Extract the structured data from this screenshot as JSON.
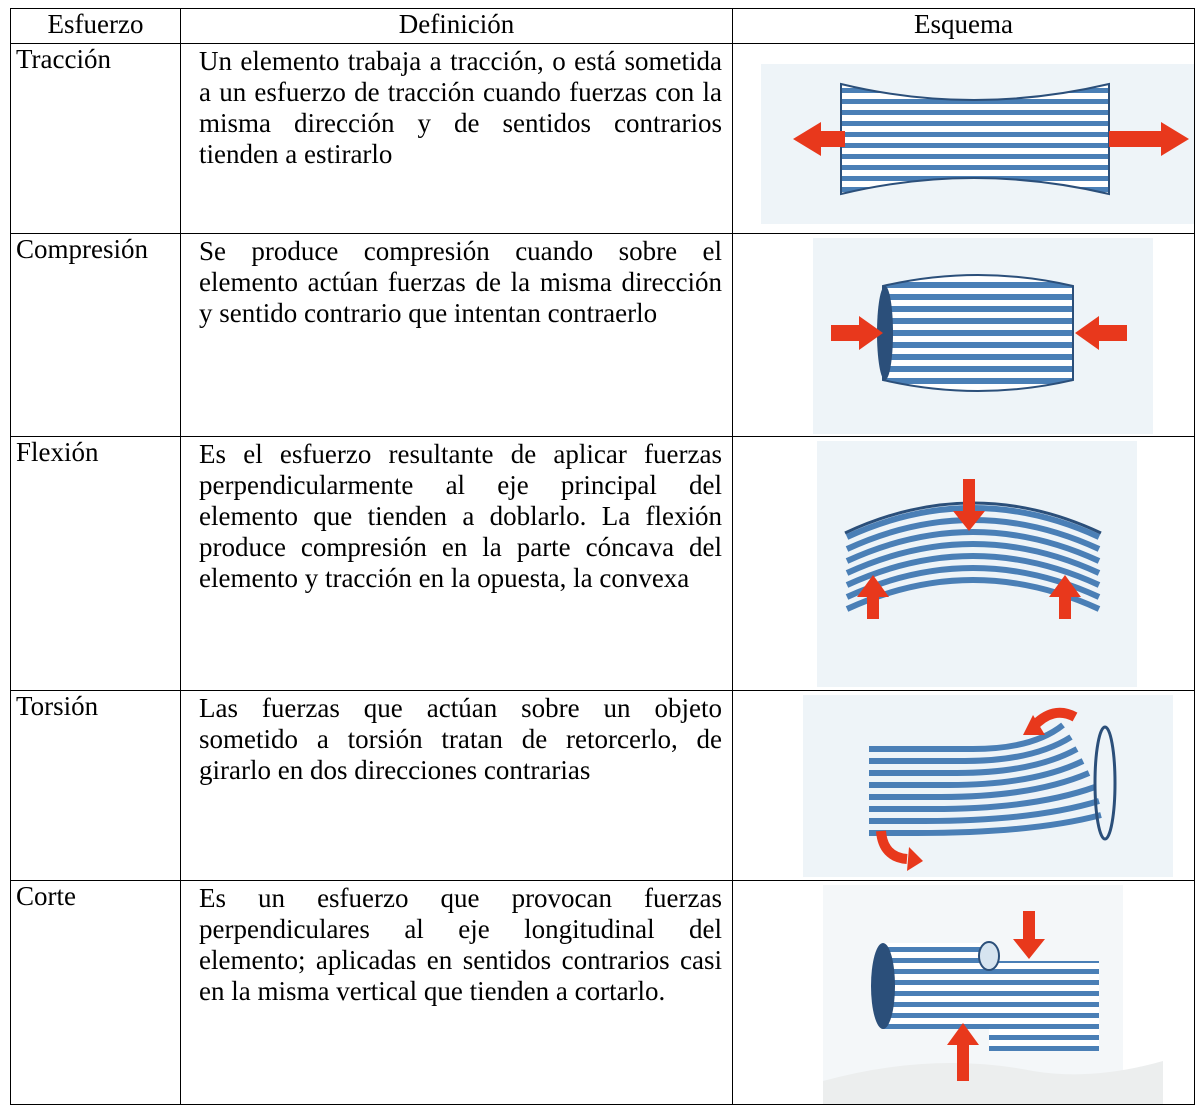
{
  "table": {
    "headers": [
      "Esfuerzo",
      "Definición",
      "Esquema"
    ],
    "rows": [
      {
        "name": "Tracción",
        "definition": "Un elemento trabaja a tracción, o está sometida a un esfuerzo de tracción cuando fuerzas con la misma dirección y de sentidos contrarios tienden a estirarlo",
        "diagram": "traction-diagram"
      },
      {
        "name": "Compresión",
        "definition": "Se produce compresión cuando sobre el elemento actúan fuerzas de la misma dirección y sentido contrario que intentan contraerlo",
        "diagram": "compression-diagram"
      },
      {
        "name": "Flexión",
        "definition": "Es el esfuerzo resultante de aplicar fuerzas perpendicularmente al eje principal del elemento que tienden a doblarlo. La flexión produce compresión en la parte cóncava del elemento y tracción en la opuesta, la convexa",
        "diagram": "bending-diagram"
      },
      {
        "name": "Torsión",
        "definition": "Las fuerzas que actúan sobre un objeto sometido a torsión tratan de retorcerlo, de girarlo en dos direcciones contrarias",
        "diagram": "torsion-diagram"
      },
      {
        "name": "Corte",
        "definition": "Es un esfuerzo que provocan fuerzas perpendiculares al eje longitudinal del elemento; aplicadas en sentidos contrarios casi en la misma vertical que tienden a cortarlo.",
        "diagram": "shear-diagram"
      }
    ]
  },
  "colors": {
    "stripe_blue": "#3a6fa8",
    "stripe_light": "#ffffff",
    "arrow_red": "#e8381c",
    "edge_dark": "#2b4f7a"
  }
}
